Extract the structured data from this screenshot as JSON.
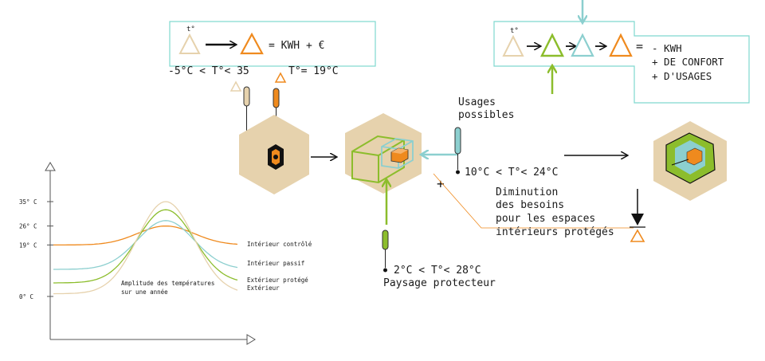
{
  "colors": {
    "beige": "#e6d2ad",
    "orange": "#ef8a1e",
    "green": "#8cbd2c",
    "teal": "#8ccfcf",
    "black": "#111111",
    "teal_frame": "#7fd8cf"
  },
  "formula_left": {
    "t_label": "t°",
    "equation": "= KWH + €",
    "range_text": "-5°C < T°< 35",
    "setpoint_text": "T°= 19°C"
  },
  "formula_right": {
    "t_label": "t°",
    "result_lines": [
      "- KWH",
      "+ DE CONFORT",
      "+ D'USAGES"
    ]
  },
  "labels": {
    "usages_line1": "Usages",
    "usages_line2": "possibles",
    "passive_range": "10°C < T°< 24°C",
    "plus_sign": "+",
    "reduction_lines": [
      "Diminution",
      "des besoins",
      "pour les espaces",
      "intérieurs protégés"
    ],
    "landscape_range": "2°C < T°< 28°C",
    "landscape_label": "Paysage protecteur"
  },
  "chart": {
    "y_ticks": [
      {
        "value": 35,
        "label": "35° C"
      },
      {
        "value": 26,
        "label": "26° C"
      },
      {
        "value": 19,
        "label": "19° C"
      },
      {
        "value": 0,
        "label": "0° C"
      }
    ],
    "annotation_line1": "Amplitude des températures",
    "annotation_line2": "sur une année",
    "series": [
      {
        "name": "Intérieur contrôlé",
        "color": "#ef8a1e",
        "min": 19,
        "max": 26
      },
      {
        "name": "Intérieur passif",
        "color": "#8ccfcf",
        "min": 10,
        "max": 28
      },
      {
        "name": "Extérieur protégé",
        "color": "#8cbd2c",
        "min": 5,
        "max": 32
      },
      {
        "name": "Extérieur",
        "color": "#e6d2ad",
        "min": 1,
        "max": 35
      }
    ]
  }
}
